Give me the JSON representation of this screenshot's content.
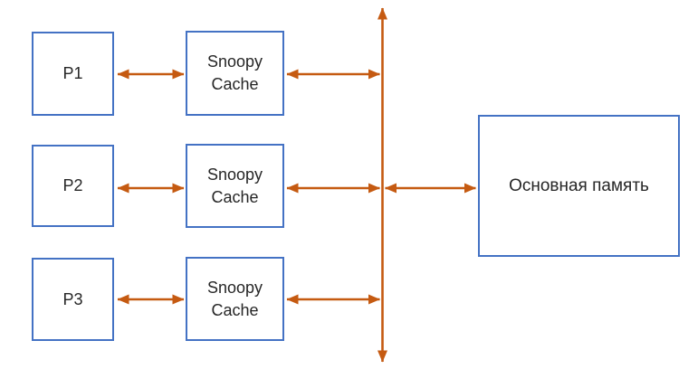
{
  "colors": {
    "box_border": "#4472C4",
    "arrow": "#C55A11",
    "text": "#262626",
    "background": "#FFFFFF"
  },
  "nodes": {
    "processors": [
      {
        "label": "P1"
      },
      {
        "label": "P2"
      },
      {
        "label": "P3"
      }
    ],
    "caches": [
      {
        "line1": "Snoopy",
        "line2": "Cache"
      },
      {
        "line1": "Snoopy",
        "line2": "Cache"
      },
      {
        "line1": "Snoopy",
        "line2": "Cache"
      }
    ],
    "memory": {
      "label": "Основная память"
    }
  },
  "bus": {
    "orientation": "vertical",
    "style": "double-headed-arrow"
  },
  "edges": [
    {
      "from": "P1",
      "to": "Snoopy Cache 1",
      "type": "bidirectional"
    },
    {
      "from": "Snoopy Cache 1",
      "to": "bus",
      "type": "bidirectional"
    },
    {
      "from": "P2",
      "to": "Snoopy Cache 2",
      "type": "bidirectional"
    },
    {
      "from": "Snoopy Cache 2",
      "to": "bus",
      "type": "bidirectional"
    },
    {
      "from": "P3",
      "to": "Snoopy Cache 3",
      "type": "bidirectional"
    },
    {
      "from": "Snoopy Cache 3",
      "to": "bus",
      "type": "bidirectional"
    },
    {
      "from": "bus",
      "to": "Основная память",
      "type": "bidirectional"
    }
  ]
}
